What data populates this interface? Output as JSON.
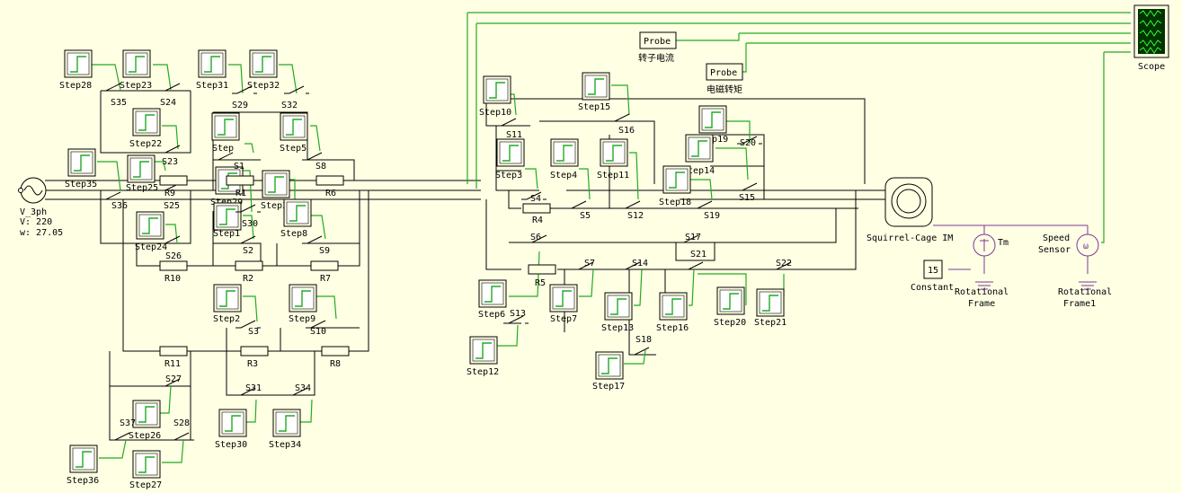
{
  "source": {
    "name": "V_3ph",
    "voltage": "V: 220",
    "freq": "w: 27.05"
  },
  "motor": {
    "name": "Squirrel-Cage IM"
  },
  "scope": {
    "name": "Scope"
  },
  "probes": [
    {
      "label": "Probe",
      "caption": "转子电流"
    },
    {
      "label": "Probe",
      "caption": "电磁转矩"
    }
  ],
  "constant": {
    "value": "15",
    "name": "Constant"
  },
  "tm": {
    "label": "Tm"
  },
  "speed_sensor": {
    "label1": "Speed",
    "label2": "Sensor"
  },
  "frames": [
    {
      "line1": "Rotational",
      "line2": "Frame"
    },
    {
      "line1": "Rotational",
      "line2": "Frame1"
    }
  ],
  "steps": [
    {
      "label": "Step28"
    },
    {
      "label": "Step23"
    },
    {
      "label": "Step31"
    },
    {
      "label": "Step32"
    },
    {
      "label": "Step22"
    },
    {
      "label": "Step"
    },
    {
      "label": "Step5"
    },
    {
      "label": "Step35"
    },
    {
      "label": "Step25"
    },
    {
      "label": "Step29"
    },
    {
      "label": "Step33"
    },
    {
      "label": "Step24"
    },
    {
      "label": "Step1"
    },
    {
      "label": "Step8"
    },
    {
      "label": "Step2"
    },
    {
      "label": "Step9"
    },
    {
      "label": "Step26"
    },
    {
      "label": "Step30"
    },
    {
      "label": "Step34"
    },
    {
      "label": "Step36"
    },
    {
      "label": "Step27"
    },
    {
      "label": "Step10"
    },
    {
      "label": "Step15"
    },
    {
      "label": "Step3"
    },
    {
      "label": "Step4"
    },
    {
      "label": "Step11"
    },
    {
      "label": "Step19"
    },
    {
      "label": "Step14"
    },
    {
      "label": "Step18"
    },
    {
      "label": "Step6"
    },
    {
      "label": "Step7"
    },
    {
      "label": "Step13"
    },
    {
      "label": "Step16"
    },
    {
      "label": "Step20"
    },
    {
      "label": "Step21"
    },
    {
      "label": "Step12"
    },
    {
      "label": "Step17"
    }
  ],
  "switches": [
    {
      "label": "S35"
    },
    {
      "label": "S24"
    },
    {
      "label": "S29"
    },
    {
      "label": "S32"
    },
    {
      "label": "S23"
    },
    {
      "label": "S1"
    },
    {
      "label": "S8"
    },
    {
      "label": "S36"
    },
    {
      "label": "S25"
    },
    {
      "label": "S30"
    },
    {
      "label": "S26"
    },
    {
      "label": "S2"
    },
    {
      "label": "S9"
    },
    {
      "label": "S3"
    },
    {
      "label": "S10"
    },
    {
      "label": "S27"
    },
    {
      "label": "S31"
    },
    {
      "label": "S34"
    },
    {
      "label": "S37"
    },
    {
      "label": "S28"
    },
    {
      "label": "S11"
    },
    {
      "label": "S16"
    },
    {
      "label": "S20"
    },
    {
      "label": "S4"
    },
    {
      "label": "S5"
    },
    {
      "label": "S12"
    },
    {
      "label": "S19"
    },
    {
      "label": "S15"
    },
    {
      "label": "S6"
    },
    {
      "label": "S17"
    },
    {
      "label": "S7"
    },
    {
      "label": "S14"
    },
    {
      "label": "S21"
    },
    {
      "label": "S22"
    },
    {
      "label": "S13"
    },
    {
      "label": "S18"
    }
  ],
  "resistors": [
    {
      "label": "R9"
    },
    {
      "label": "R1"
    },
    {
      "label": "R6"
    },
    {
      "label": "R10"
    },
    {
      "label": "R2"
    },
    {
      "label": "R7"
    },
    {
      "label": "R11"
    },
    {
      "label": "R3"
    },
    {
      "label": "R8"
    },
    {
      "label": "R4"
    },
    {
      "label": "R5"
    }
  ]
}
